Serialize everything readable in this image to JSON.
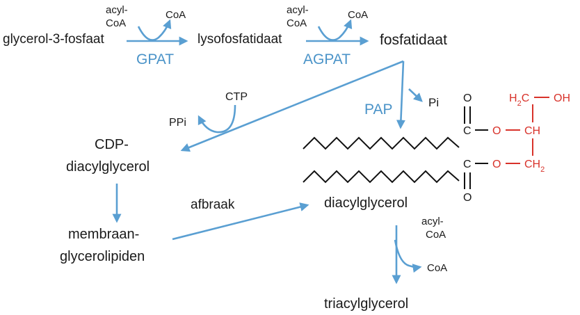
{
  "labels": {
    "glycerol3p": "glycerol-3-fosfaat",
    "lyso": "lysofosfatidaat",
    "fosfatidaat": "fosfatidaat",
    "cdp_line1": "CDP-",
    "cdp_line2": "diacylglycerol",
    "membraan_line1": "membraan-",
    "membraan_line2": "glycerolipiden",
    "diacylglycerol": "diacylglycerol",
    "triacylglycerol": "triacylglycerol"
  },
  "enzymes": {
    "gpat": "GPAT",
    "agpat": "AGPAT",
    "pap": "PAP"
  },
  "cofactors": {
    "acyl1": "acyl-",
    "coa_in1": "CoA",
    "coa_out1": "CoA",
    "acyl2": "acyl-",
    "coa_in2": "CoA",
    "coa_out2": "CoA",
    "pi": "Pi",
    "ctp": "CTP",
    "ppi": "PPi",
    "acyl3": "acyl-",
    "coa_in3": "CoA",
    "coa_out3": "CoA",
    "afbraak": "afbraak"
  },
  "structure": {
    "o_top": "O",
    "c_top": "C",
    "o_ester_top": "O",
    "ch": "CH",
    "h2c": "H2C",
    "oh": "OH",
    "c_bottom": "C",
    "o_ester_bottom": "O",
    "ch2": "CH2",
    "o_bottom": "O"
  },
  "colors": {
    "arrow": "#5a9fd2",
    "enzyme_text": "#4a93c8",
    "glycerol_backbone": "#d8322a",
    "text": "#1a1a1a"
  }
}
